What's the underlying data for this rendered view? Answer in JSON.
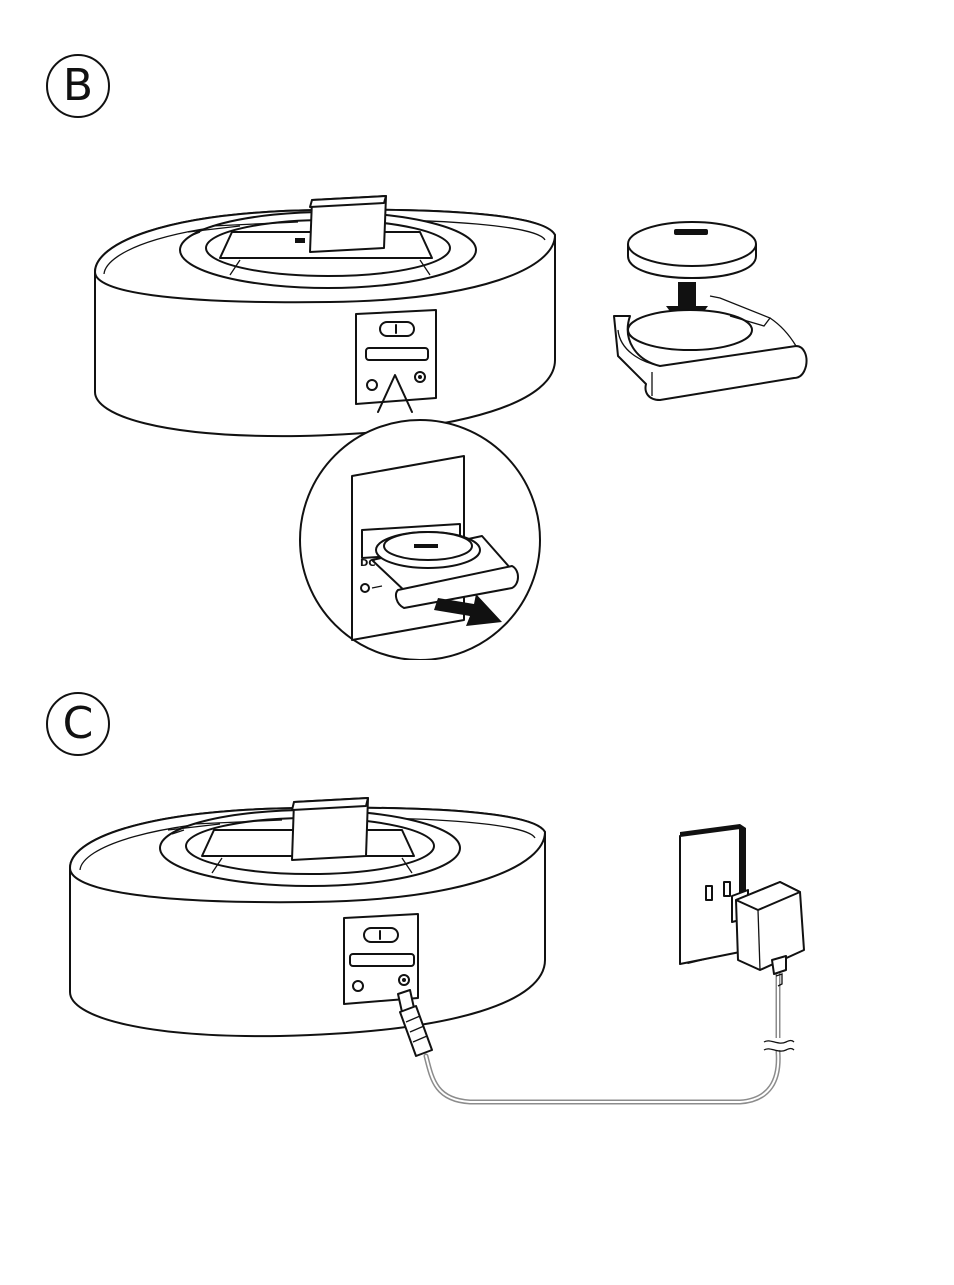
{
  "steps": [
    {
      "label": "B"
    },
    {
      "label": "C"
    }
  ],
  "icons": {
    "dock_speaker": "speaker-dock-illustration",
    "battery": "coin-battery-illustration",
    "battery_tray": "battery-tray-illustration",
    "insert_arrow": "insert-arrow-icon",
    "zoom_callout": "magnifier-callout",
    "wall_outlet": "wall-outlet-illustration",
    "power_adapter": "power-adapter-illustration",
    "power_cable": "dc-cable-illustration"
  },
  "colors": {
    "line": "#111111",
    "cable": "#8c8c8c",
    "background": "#ffffff"
  }
}
